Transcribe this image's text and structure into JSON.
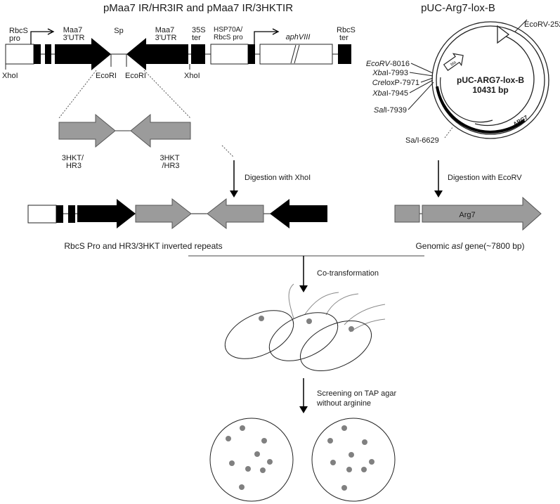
{
  "construct_title": "pMaa7 IR/HR3IR and pMaa7 IR/3HKTIR",
  "plasmid_title": "pUC-Arg7-lox-B",
  "construct_labels": {
    "rbcs_pro": [
      "RbcS",
      "pro"
    ],
    "maa7_utr": [
      "Maa7",
      "3'UTR"
    ],
    "sp": "Sp",
    "ter_35s": [
      "35S",
      "ter"
    ],
    "hsp70a": [
      "HSP70A/",
      "RbcS pro"
    ],
    "aphviii": "aphVIII",
    "rbcs_ter": [
      "RbcS",
      "ter"
    ],
    "xhoi": "XhoI",
    "ecori": "EcoRI",
    "hkt_hr3_a": [
      "3HKT/",
      "HR3"
    ],
    "hkt_hr3_b": [
      "3HKT",
      "/HR3"
    ]
  },
  "plasmid": {
    "name": "pUC-ARG7-lox-B",
    "size": "10431 bp",
    "arg7_label": "ARG7",
    "bla_label": "bla",
    "sites": [
      {
        "enzyme": "EcoRV",
        "rest": "-252"
      },
      {
        "enzyme": "EcoRV",
        "rest": "-8016"
      },
      {
        "enzyme": "Xba",
        "rest": "I-7993"
      },
      {
        "enzyme": "Cre",
        "rest": "loxP-7971"
      },
      {
        "enzyme": "Xba",
        "rest": "I-7945"
      },
      {
        "enzyme": "Sal",
        "rest": "I-7939"
      },
      {
        "enzyme": "Sa/I-6629",
        "rest": ""
      }
    ]
  },
  "steps": {
    "digest_xhoi": "Digestion with XhoI",
    "digest_ecorv": "Digestion with EcoRV",
    "cotransform": "Co-transformation",
    "screening": [
      "Screening on TAP agar",
      "without arginine"
    ]
  },
  "products": {
    "left_caption": "RbcS Pro and HR3/3HKT inverted repeats",
    "right_caption_pre": "Genomic ",
    "right_caption_gene": "asl",
    "right_caption_post": " gene(~7800 bp)",
    "arg7_label": "Arg7"
  },
  "colors": {
    "black_feature": "#000000",
    "gray_feature": "#9b9b9b",
    "dot": "#808080"
  }
}
